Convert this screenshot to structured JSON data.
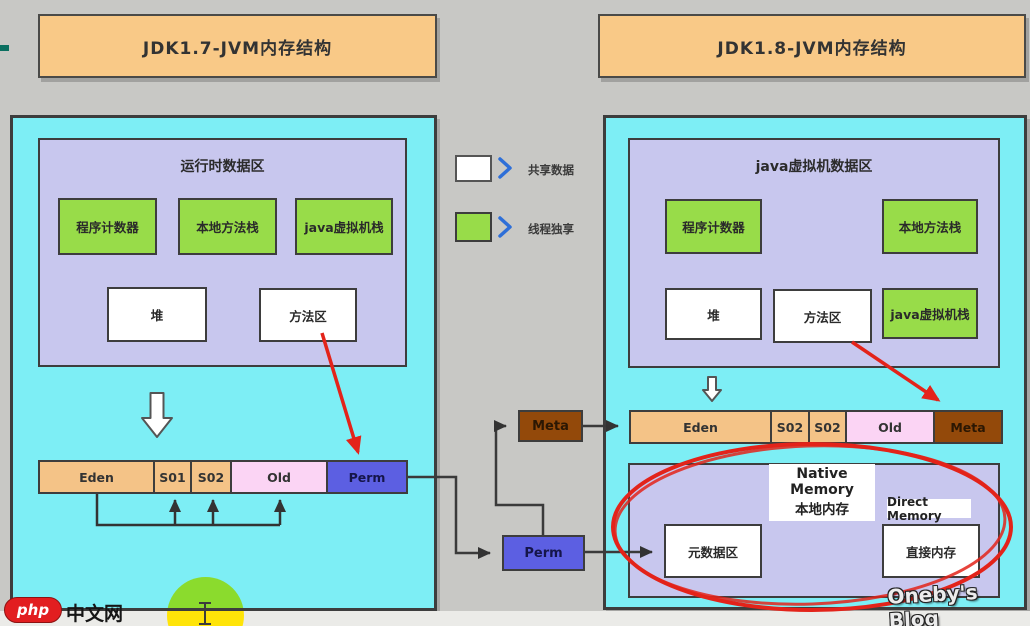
{
  "headers": {
    "jdk17": "JDK1.7-JVM内存结构",
    "jdk18": "JDK1.8-JVM内存结构"
  },
  "legend": {
    "shared_label": "共享数据",
    "thread_label": "线程独享"
  },
  "jdk17": {
    "title": "运行时数据区",
    "boxes": {
      "pc": "程序计数器",
      "native_stack": "本地方法栈",
      "vm_stack": "java虚拟机栈",
      "heap": "堆",
      "method_area": "方法区"
    },
    "bar": [
      "Eden",
      "S01",
      "S02",
      "Old",
      "Perm"
    ]
  },
  "jdk18": {
    "title": "java虚拟机数据区",
    "boxes": {
      "pc": "程序计数器",
      "native_stack": "本地方法栈",
      "vm_stack": "java虚拟机栈",
      "heap": "堆",
      "method_area": "方法区"
    },
    "bar": [
      "Eden",
      "S02",
      "S02",
      "Old",
      "Meta"
    ],
    "native_memory": {
      "title_en": "Native Memory",
      "title_zh": "本地内存",
      "metaspace": "元数据区",
      "direct_title": "Direct Memory",
      "direct": "直接内存"
    }
  },
  "middle": {
    "meta": "Meta",
    "perm": "Perm"
  },
  "branding": {
    "php": "php",
    "site": "中文网",
    "watermark": "Oneby's Blog"
  },
  "colors": {
    "header_bg": "#f9c987",
    "panel_bg": "#7deef5",
    "region_bg": "#c8c7ee",
    "green_bg": "#98dc49",
    "eden_bg": "#f4c387",
    "old_bg": "#fbd4f4",
    "perm_bg": "#5c5fe2",
    "meta_bg": "#93490a",
    "annotation_red": "#e3231a",
    "chevron_blue": "#2e6fd8"
  }
}
